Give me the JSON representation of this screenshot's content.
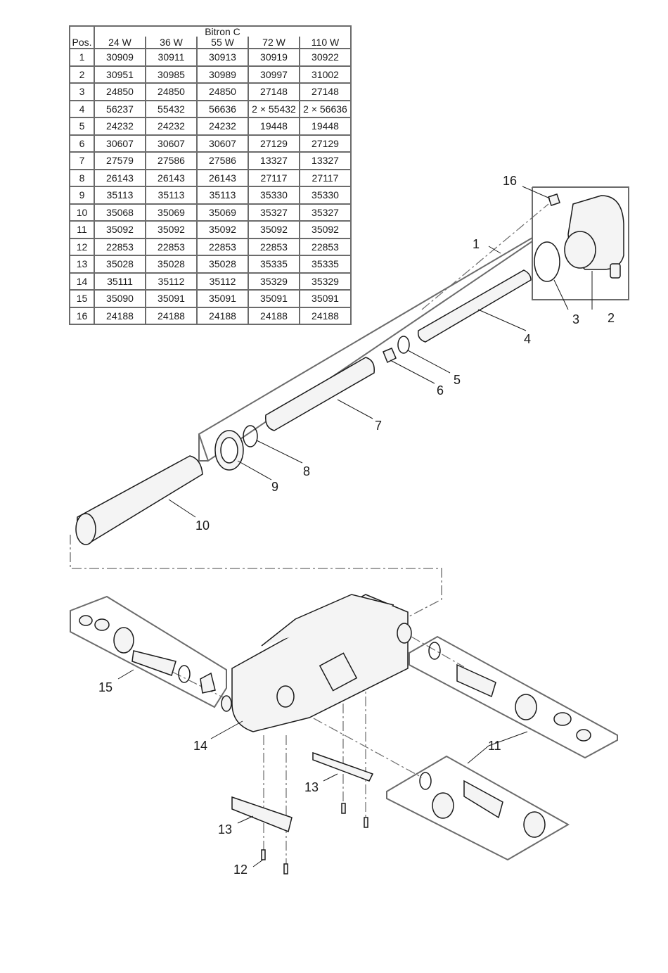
{
  "table": {
    "group_header": "Bitron C",
    "pos_header": "Pos.",
    "columns": [
      "24 W",
      "36 W",
      "55 W",
      "72 W",
      "110 W"
    ],
    "rows": [
      {
        "pos": "1",
        "vals": [
          "30909",
          "30911",
          "30913",
          "30919",
          "30922"
        ]
      },
      {
        "pos": "2",
        "vals": [
          "30951",
          "30985",
          "30989",
          "30997",
          "31002"
        ]
      },
      {
        "pos": "3",
        "vals": [
          "24850",
          "24850",
          "24850",
          "27148",
          "27148"
        ]
      },
      {
        "pos": "4",
        "vals": [
          "56237",
          "55432",
          "56636",
          "2 × 55432",
          "2 × 56636"
        ]
      },
      {
        "pos": "5",
        "vals": [
          "24232",
          "24232",
          "24232",
          "19448",
          "19448"
        ]
      },
      {
        "pos": "6",
        "vals": [
          "30607",
          "30607",
          "30607",
          "27129",
          "27129"
        ]
      },
      {
        "pos": "7",
        "vals": [
          "27579",
          "27586",
          "27586",
          "13327",
          "13327"
        ]
      },
      {
        "pos": "8",
        "vals": [
          "26143",
          "26143",
          "26143",
          "27117",
          "27117"
        ]
      },
      {
        "pos": "9",
        "vals": [
          "35113",
          "35113",
          "35113",
          "35330",
          "35330"
        ]
      },
      {
        "pos": "10",
        "vals": [
          "35068",
          "35069",
          "35069",
          "35327",
          "35327"
        ]
      },
      {
        "pos": "11",
        "vals": [
          "35092",
          "35092",
          "35092",
          "35092",
          "35092"
        ]
      },
      {
        "pos": "12",
        "vals": [
          "22853",
          "22853",
          "22853",
          "22853",
          "22853"
        ]
      },
      {
        "pos": "13",
        "vals": [
          "35028",
          "35028",
          "35028",
          "35335",
          "35335"
        ]
      },
      {
        "pos": "14",
        "vals": [
          "35111",
          "35112",
          "35112",
          "35329",
          "35329"
        ]
      },
      {
        "pos": "15",
        "vals": [
          "35090",
          "35091",
          "35091",
          "35091",
          "35091"
        ]
      },
      {
        "pos": "16",
        "vals": [
          "24188",
          "24188",
          "24188",
          "24188",
          "24188"
        ]
      }
    ]
  },
  "callouts": {
    "c1": "1",
    "c2": "2",
    "c3": "3",
    "c4": "4",
    "c5": "5",
    "c6": "6",
    "c7": "7",
    "c8": "8",
    "c9": "9",
    "c10": "10",
    "c11": "11",
    "c12": "12",
    "c13a": "13",
    "c13b": "13",
    "c14": "14",
    "c15": "15",
    "c16": "16"
  },
  "colors": {
    "outline": "#6b6b6b",
    "ink": "#1a1a1a",
    "fill": "#f4f4f4"
  }
}
